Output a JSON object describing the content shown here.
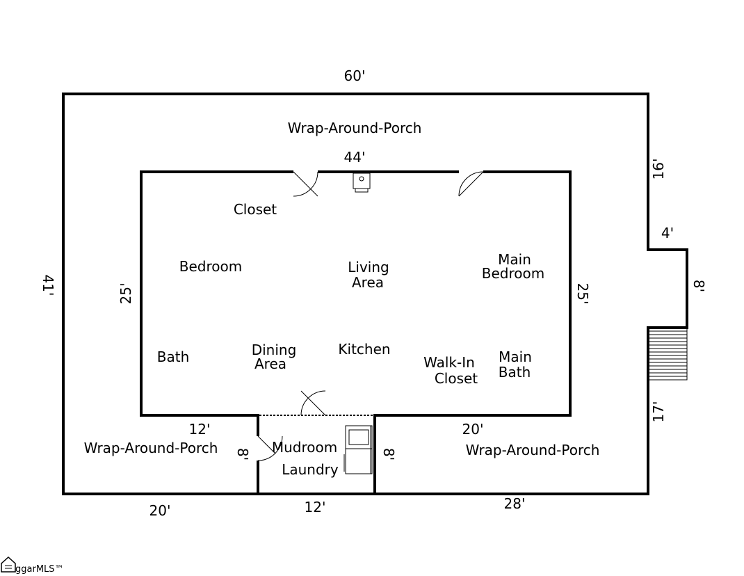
{
  "dimensions": {
    "top_outer": "60'",
    "top_inner": "44'",
    "left_outer": "41'",
    "left_inner": "25'",
    "right_inner": "25'",
    "right_upper": "16'",
    "notch_width": "4'",
    "notch_height": "8'",
    "right_lower": "17'",
    "bottom_left": "20'",
    "bottom_mid": "12'",
    "bottom_right": "28'",
    "porch_left_width": "12'",
    "porch_right_width": "20'",
    "mudroom_left": "8'",
    "mudroom_right": "8'"
  },
  "rooms": {
    "porch_top": "Wrap-Around-Porch",
    "porch_bottom_left": "Wrap-Around-Porch",
    "porch_bottom_right": "Wrap-Around-Porch",
    "closet": "Closet",
    "bedroom": "Bedroom",
    "living_1": "Living",
    "living_2": "Area",
    "main_bedroom_1": "Main",
    "main_bedroom_2": "Bedroom",
    "bath": "Bath",
    "dining_1": "Dining",
    "dining_2": "Area",
    "kitchen": "Kitchen",
    "walkin_1": "Walk-In",
    "walkin_2": "Closet",
    "main_bath_1": "Main",
    "main_bath_2": "Bath",
    "mudroom": "Mudroom",
    "laundry": "Laundry"
  },
  "logo": "ggarMLS™"
}
